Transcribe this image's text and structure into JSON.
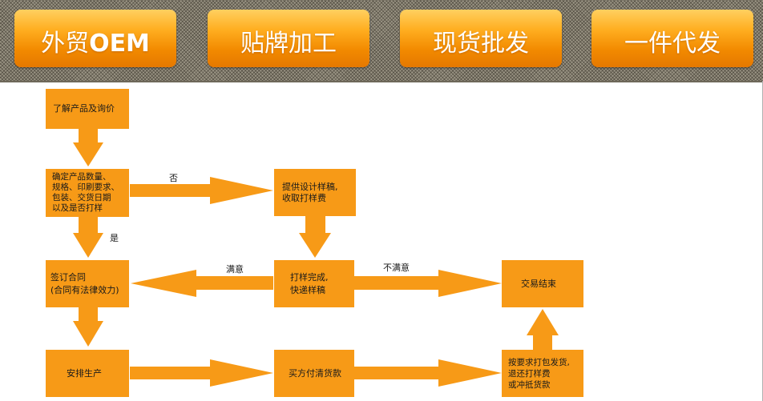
{
  "header": {
    "tabs": [
      {
        "label_cn": "外贸",
        "label_latin": "OEM"
      },
      {
        "label": "贴牌加工"
      },
      {
        "label": "现货批发"
      },
      {
        "label": "一件代发"
      }
    ]
  },
  "flow": {
    "nodes": {
      "inquiry": "了解产品及询价",
      "confirm": "确定产品数量、\n规格、印刷要求、\n包装、交货日期\n以及是否打样",
      "design": "提供设计样稿,\n收取打样费",
      "contract": "签订合同\n(合同有法律效力)",
      "sample_done": "打样完成,\n快递样稿",
      "deal_end": "交易结束",
      "production": "安排生产",
      "buyer_pays": "买方付清货款",
      "ship": "按要求打包发货,\n退还打样费\n或冲抵货款"
    },
    "edge_labels": {
      "no": "否",
      "yes": "是",
      "satisfied": "满意",
      "not_satisfied": "不满意"
    }
  },
  "colors": {
    "box_fill": "#f79a17",
    "arrow_fill": "#f79a17",
    "tab_gradient_top": "#ffd060",
    "tab_gradient_bottom": "#e57800",
    "header_pattern": "#9a9484"
  }
}
